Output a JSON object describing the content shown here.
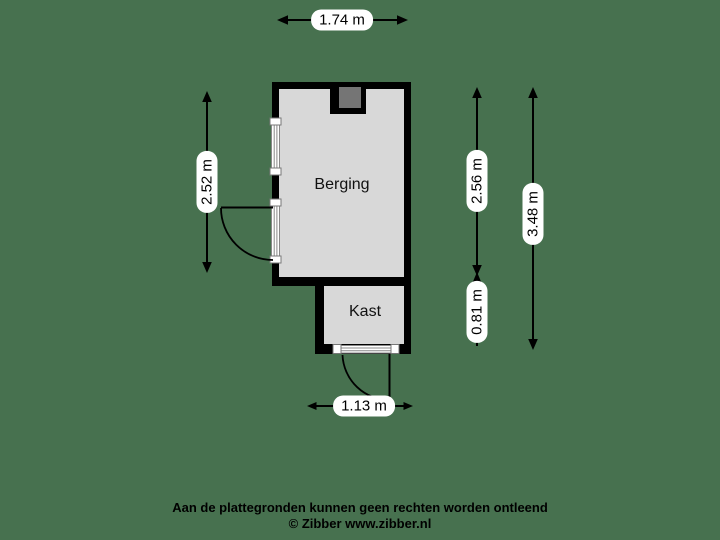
{
  "plan": {
    "rooms": [
      {
        "label": "Berging"
      },
      {
        "label": "Kast"
      }
    ],
    "dimensions": {
      "top": "1.74 m",
      "left": "2.52 m",
      "right_room": "2.56 m",
      "right_closet": "0.81 m",
      "right_total": "3.48 m",
      "bottom": "1.13 m"
    }
  },
  "footer": {
    "disclaimer": "Aan de plattegronden kunnen geen rechten worden ontleend",
    "credit": "© Zibber www.zibber.nl"
  },
  "colors": {
    "background": "#47714F",
    "wall": "#000000",
    "floor": "#D8D8D8",
    "flue": "#757575",
    "glazing_line": "#888888",
    "label_bg": "#FFFFFF",
    "text": "#000000"
  }
}
